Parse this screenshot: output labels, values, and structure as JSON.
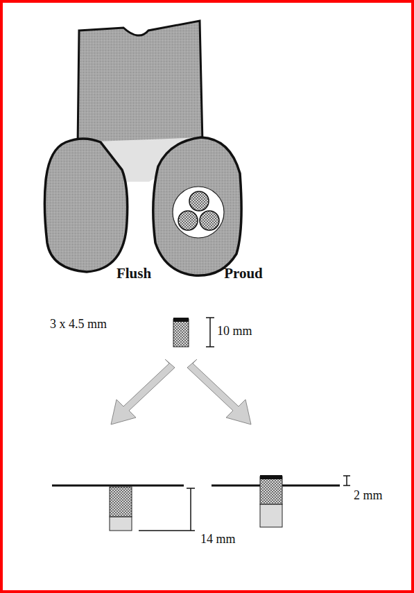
{
  "diagram": {
    "labels": [
      "Flush",
      "Proud",
      "3 x 4.5 mm",
      "10 mm",
      "14 mm",
      "2 mm"
    ]
  }
}
